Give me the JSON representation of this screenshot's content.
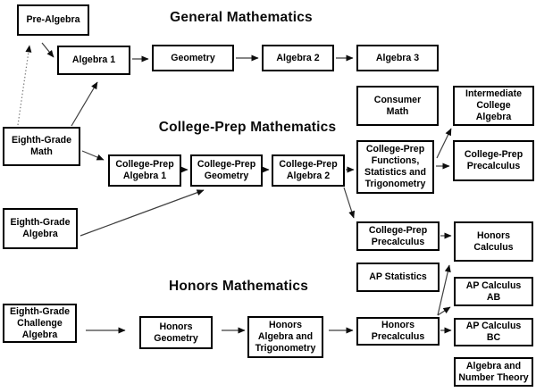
{
  "diagram": {
    "section_titles": {
      "general": "General Mathematics",
      "college_prep": "College-Prep Mathematics",
      "honors": "Honors Mathematics"
    },
    "boxes": [
      {
        "id": "pre-algebra",
        "label": "Pre-Algebra"
      },
      {
        "id": "algebra-1",
        "label": "Algebra 1"
      },
      {
        "id": "geometry",
        "label": "Geometry"
      },
      {
        "id": "algebra-2",
        "label": "Algebra 2"
      },
      {
        "id": "algebra-3",
        "label": "Algebra 3"
      },
      {
        "id": "eighth-grade-math",
        "label": "Eighth-Grade\nMath"
      },
      {
        "id": "consumer-math",
        "label": "Consumer\nMath"
      },
      {
        "id": "intermediate-college-algebra",
        "label": "Intermediate\nCollege\nAlgebra"
      },
      {
        "id": "college-prep-algebra-1",
        "label": "College-Prep\nAlgebra 1"
      },
      {
        "id": "college-prep-geometry",
        "label": "College-Prep\nGeometry"
      },
      {
        "id": "college-prep-algebra-2",
        "label": "College-Prep\nAlgebra 2"
      },
      {
        "id": "college-prep-functions-statistics-trigonometry",
        "label": "College-Prep\nFunctions,\nStatistics and\nTrigonometry"
      },
      {
        "id": "college-prep-precalculus-upper",
        "label": "College-Prep\nPrecalculus"
      },
      {
        "id": "eighth-grade-algebra",
        "label": "Eighth-Grade\nAlgebra"
      },
      {
        "id": "college-prep-precalculus-lower",
        "label": "College-Prep\nPrecalculus"
      },
      {
        "id": "ap-statistics",
        "label": "AP Statistics"
      },
      {
        "id": "honors-calculus",
        "label": "Honors\nCalculus"
      },
      {
        "id": "ap-calculus-ab",
        "label": "AP Calculus\nAB"
      },
      {
        "id": "eighth-grade-challenge-algebra",
        "label": "Eighth-Grade\nChallenge\nAlgebra"
      },
      {
        "id": "honors-geometry",
        "label": "Honors\nGeometry"
      },
      {
        "id": "honors-algebra-and-trigonometry",
        "label": "Honors\nAlgebra and\nTrigonometry"
      },
      {
        "id": "honors-precalculus",
        "label": "Honors\nPrecalculus"
      },
      {
        "id": "ap-calculus-bc",
        "label": "AP Calculus\nBC"
      },
      {
        "id": "algebra-and-number-theory",
        "label": "Algebra and\nNumber Theory"
      }
    ],
    "edges": [
      {
        "from": "eighth-grade-math",
        "to": "pre-algebra",
        "style": "dotted"
      },
      {
        "from": "pre-algebra",
        "to": "algebra-1",
        "style": "solid"
      },
      {
        "from": "algebra-1",
        "to": "geometry",
        "style": "solid"
      },
      {
        "from": "geometry",
        "to": "algebra-2",
        "style": "solid"
      },
      {
        "from": "algebra-2",
        "to": "algebra-3",
        "style": "solid"
      },
      {
        "from": "eighth-grade-math",
        "to": "algebra-1",
        "style": "solid"
      },
      {
        "from": "eighth-grade-math",
        "to": "college-prep-algebra-1",
        "style": "solid"
      },
      {
        "from": "college-prep-algebra-1",
        "to": "college-prep-geometry",
        "style": "solid"
      },
      {
        "from": "college-prep-geometry",
        "to": "college-prep-algebra-2",
        "style": "solid"
      },
      {
        "from": "college-prep-algebra-2",
        "to": "college-prep-functions-statistics-trigonometry",
        "style": "solid"
      },
      {
        "from": "college-prep-functions-statistics-trigonometry",
        "to": "college-prep-precalculus-upper",
        "style": "solid"
      },
      {
        "from": "college-prep-functions-statistics-trigonometry",
        "to": "intermediate-college-algebra",
        "style": "solid"
      },
      {
        "from": "college-prep-algebra-2",
        "to": "college-prep-precalculus-lower",
        "style": "solid"
      },
      {
        "from": "eighth-grade-algebra",
        "to": "college-prep-geometry",
        "style": "solid"
      },
      {
        "from": "college-prep-precalculus-lower",
        "to": "honors-calculus",
        "style": "solid"
      },
      {
        "from": "eighth-grade-challenge-algebra",
        "to": "honors-geometry",
        "style": "solid"
      },
      {
        "from": "honors-geometry",
        "to": "honors-algebra-and-trigonometry",
        "style": "solid"
      },
      {
        "from": "honors-algebra-and-trigonometry",
        "to": "honors-precalculus",
        "style": "solid"
      },
      {
        "from": "honors-precalculus",
        "to": "ap-calculus-bc",
        "style": "solid"
      },
      {
        "from": "honors-precalculus",
        "to": "honors-calculus",
        "style": "solid"
      },
      {
        "from": "honors-precalculus",
        "to": "ap-calculus-ab",
        "style": "solid"
      }
    ],
    "colors": {
      "background": "#ffffff",
      "box_border": "#000000",
      "box_fill": "#ffffff",
      "text": "#000000",
      "arrow_line": "#3f3f3f",
      "arrowhead": "#0d0d0d"
    }
  }
}
